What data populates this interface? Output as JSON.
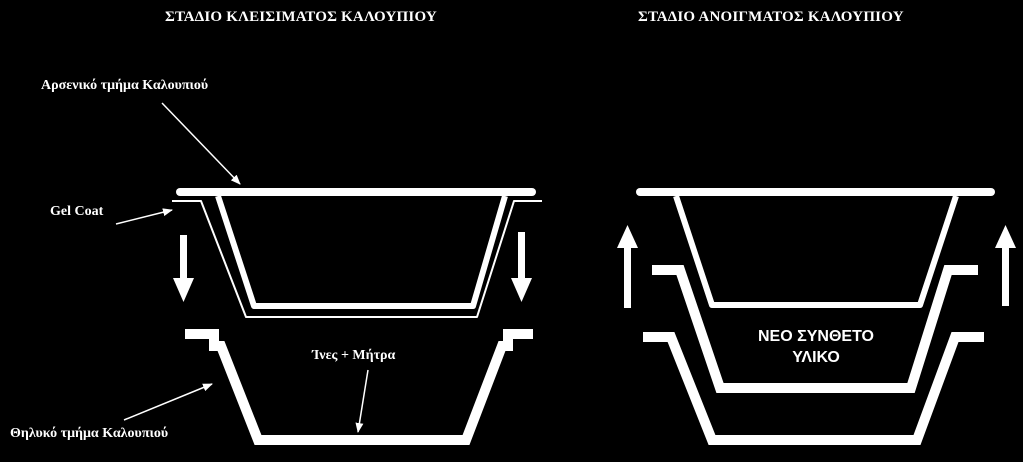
{
  "titles": {
    "closing": "ΣΤΑΔΙΟ ΚΛΕΙΣΙΜΑΤΟΣ ΚΑΛΟΥΠΙΟΥ",
    "opening": "ΣΤΑΔΙΟ ΑΝΟΙΓΜΑΤΟΣ ΚΑΛΟΥΠΙΟΥ"
  },
  "labels": {
    "male_mold": "Αρσενικό τμήμα Καλουπιού",
    "gel_coat": "Gel Coat",
    "fibers_matrix": "Ίνες + Μήτρα",
    "female_mold": "Θηλυκό τμήμα Καλουπιού",
    "new_composite_line1": "ΝΕΟ ΣΥΝΘΕΤΟ",
    "new_composite_line2": "ΥΛΙΚΟ"
  },
  "colors": {
    "background": "#000000",
    "foreground": "#ffffff"
  },
  "arrows": {
    "closing_direction": "down",
    "opening_direction": "up"
  }
}
